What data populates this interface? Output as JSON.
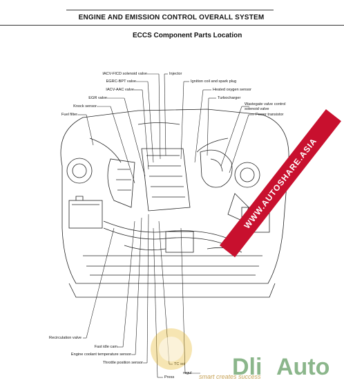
{
  "header": {
    "section_title": "ENGINE AND EMISSION CONTROL OVERALL SYSTEM"
  },
  "doc": {
    "title": "ECCS Component Parts Location"
  },
  "labels": {
    "iacv_ficd": "IACV-FICD solenoid valve",
    "injector": "Injector",
    "egrc_bpt": "EGRC-BPT valve",
    "ignition_coil": "Ignition coil and spark plug",
    "iacv_aac": "IACV-AAC valve",
    "heated_o2": "Heated oxygen sensor",
    "egr_valve": "EGR valve",
    "turbocharger": "Turbocharger",
    "knock_sensor": "Knock sensor",
    "wastegate_1": "Wastegate valve control",
    "wastegate_2": "solenoid valve",
    "fuel_filter": "Fuel filter",
    "power_transistor": "Power transistor",
    "recirculation": "Recirculation valve",
    "fast_idle_cam": "Fast idle cam",
    "coolant_temp": "Engine coolant temperature sensor",
    "throttle_pos": "Throttle position sensor",
    "tc_sol": "TC sol",
    "press": "Press",
    "regulator": "regul"
  },
  "watermark": {
    "banner": "WWW.AUTOSHARE.ASIA",
    "logo_left": "Dli",
    "logo_right": "Auto",
    "tagline": "smart creates success"
  }
}
